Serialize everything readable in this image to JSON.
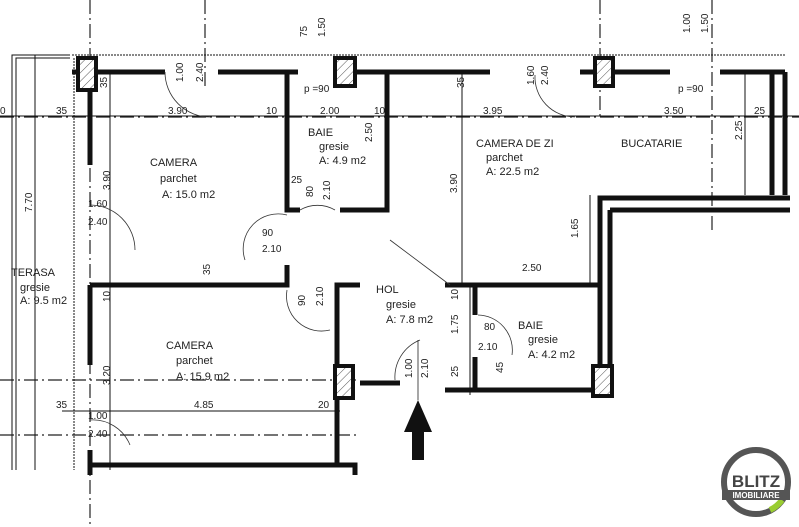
{
  "rooms": [
    {
      "name": "CAMERA",
      "floor": "parchet",
      "area": "A: 15.0 m2"
    },
    {
      "name": "BAIE",
      "floor": "gresie",
      "area": "A: 4.9 m2"
    },
    {
      "name": "CAMERA DE ZI",
      "floor": "parchet",
      "area": "A: 22.5 m2"
    },
    {
      "name": "BUCATARIE"
    },
    {
      "name": "TERASA",
      "floor": "gresie",
      "area": "A: 9.5 m2"
    },
    {
      "name": "HOL",
      "floor": "gresie",
      "area": "A: 7.8 m2"
    },
    {
      "name": "CAMERA",
      "floor": "parchet",
      "area": "A: 15.9 m2"
    },
    {
      "name": "BAIE",
      "floor": "gresie",
      "area": "A: 4.2 m2"
    }
  ],
  "dims": [
    "75",
    "1.50",
    "1.00",
    "1.50",
    "35",
    "1.00",
    "2.40",
    "p =90",
    "35",
    "1.60",
    "2.40",
    "p =90",
    "0",
    "35",
    "3.90",
    "10",
    "2.00",
    "10",
    "3.95",
    "3.50",
    "25",
    "2.50",
    "2.25",
    "3.90",
    "25",
    "80",
    "2.10",
    "3.90",
    "1.65",
    "1.60",
    "2.40",
    "7.70",
    "90",
    "2.10",
    "35",
    "2.50",
    "10",
    "90",
    "2.10",
    "10",
    "1.75",
    "80",
    "2.10",
    "25",
    "45",
    "1.00",
    "2.10",
    "3.20",
    "35",
    "4.85",
    "20",
    "1.00",
    "2.40"
  ],
  "logo": {
    "line1": "BLITZ",
    "line2": "IMOBILIARE",
    "ring_color": "#555555",
    "accent_color": "#9acd32"
  },
  "entrance": {
    "icon": "arrow-up-icon"
  }
}
